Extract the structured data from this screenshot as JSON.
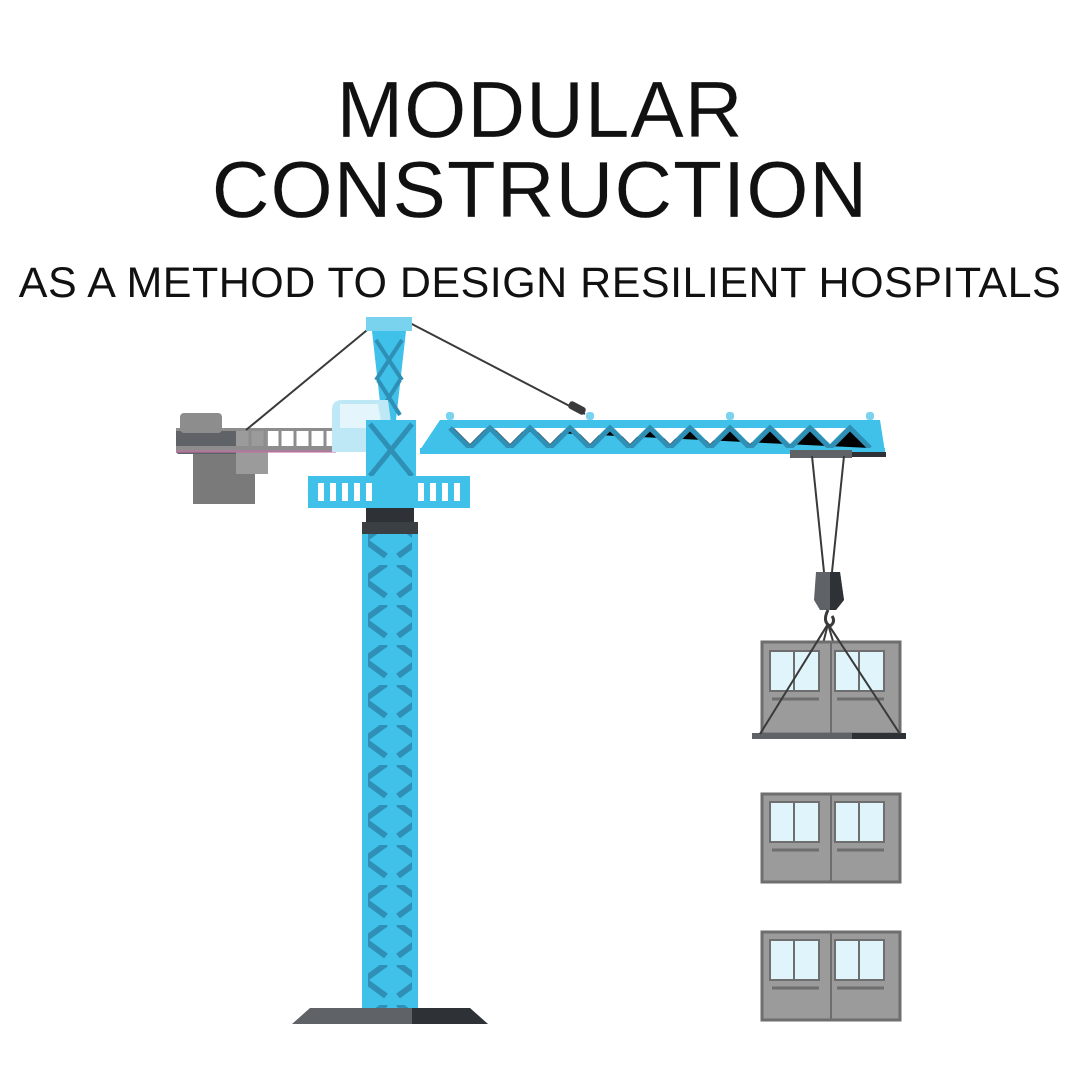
{
  "header": {
    "title": "MODULAR CONSTRUCTION",
    "subtitle": "AS A METHOD TO DESIGN RESILIENT HOSPITALS"
  },
  "colors": {
    "crane": "#3fc1ea",
    "crane_shadow": "#2f8fb5",
    "cable": "#3a3a3a",
    "module_body": "#9b9b9b",
    "module_border": "#6e6e6e",
    "window": "#dff4fb",
    "base": "#5f6266",
    "base_dark": "#2e3236"
  },
  "illustration": {
    "subject": "tower-crane-lifting-module",
    "module_count": 3
  }
}
